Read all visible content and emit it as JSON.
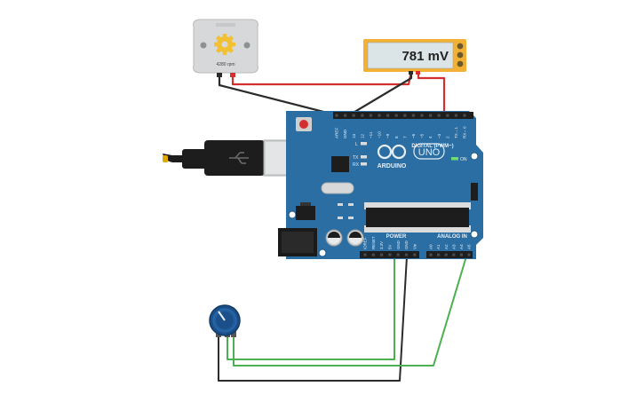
{
  "motor": {
    "rpm_label": "4280 rpm"
  },
  "multimeter": {
    "reading": "781 mV"
  },
  "arduino": {
    "brand": "ARDUINO",
    "model": "UNO",
    "on_label": "ON",
    "digital_label": "DIGITAL (PWM~)",
    "power_label": "POWER",
    "analog_label": "ANALOG IN",
    "led_labels": [
      "L",
      "TX",
      "RX"
    ],
    "digital_pins": [
      "AREF",
      "GND",
      "13",
      "12",
      "~11",
      "~10",
      "~9",
      "8",
      "7",
      "~6",
      "~5",
      "4",
      "~3",
      "2",
      "TX→1",
      "RX←0"
    ],
    "power_pins": [
      "IOREF",
      "RESET",
      "3.3V",
      "5V",
      "GND",
      "GND",
      "Vin"
    ],
    "analog_pins": [
      "A0",
      "A1",
      "A2",
      "A3",
      "A4",
      "A5"
    ]
  },
  "wires": {
    "red": "#d32f2f",
    "black": "#2b2b2b",
    "green": "#4caf50"
  },
  "colors": {
    "board": "#2b6ea3",
    "board_dark": "#1f5686",
    "header": "#1e1e1e",
    "lcd_bg": "#dbe4e6",
    "lcd_frame": "#f2b134",
    "motor_body": "#d6d8d9",
    "gear": "#f2c133",
    "pot_knob": "#1a4f8a"
  }
}
